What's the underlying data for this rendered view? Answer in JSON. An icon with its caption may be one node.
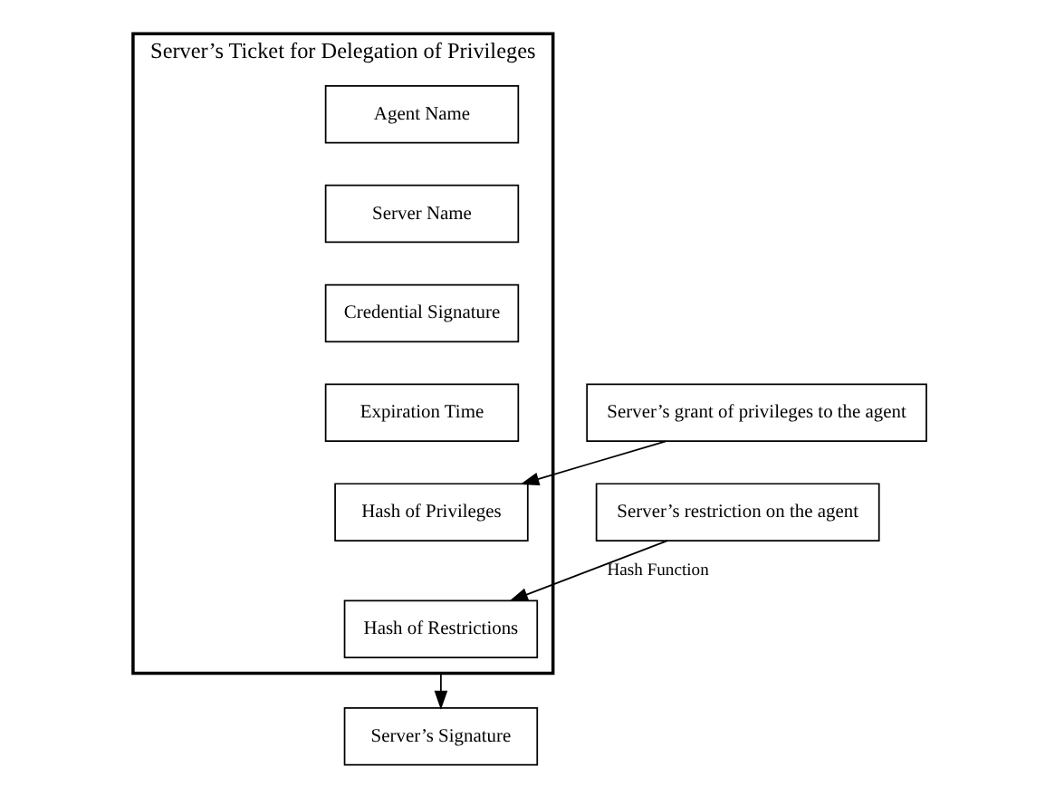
{
  "diagram": {
    "nodes": [
      {
        "text": [
          "Server’s Ticket for Delegation of Privileges"
        ]
      },
      {
        "text": [
          "Agent Name"
        ],
        "in": 0
      },
      {
        "text": [
          "Server Name"
        ],
        "in": 0
      },
      {
        "text": [
          "Credential Signature"
        ],
        "in": 0
      },
      {
        "text": [
          "Expiration Time"
        ],
        "in": 0
      },
      {
        "text": [
          "Hash of Privileges"
        ],
        "in": 0
      },
      {
        "text": [
          "Hash of Restrictions"
        ],
        "in": 0
      },
      {
        "text": [
          "Server’s Signature"
        ]
      },
      {
        "text": [
          "Server’s grant of privileges to the agent"
        ]
      },
      {
        "text": [
          "Server’s restriction on the agent"
        ]
      }
    ],
    "edges": [
      {
        "from": 8,
        "to": 5,
        "arrow": "to"
      },
      {
        "from": 9,
        "to": 6,
        "arrow": "to",
        "label": "Hash Function"
      },
      {
        "from": 0,
        "to": 7,
        "arrow": "to"
      }
    ]
  }
}
